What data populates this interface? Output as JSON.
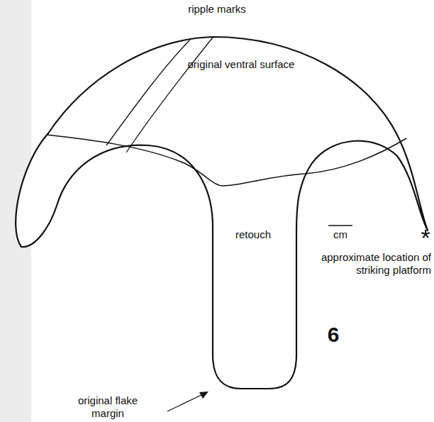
{
  "diagram": {
    "labels": [
      "ripple marks",
      "original ventral surface",
      "cm",
      "retouch",
      "*",
      "approximate location of striking platform",
      "6",
      "original flake margin"
    ]
  }
}
